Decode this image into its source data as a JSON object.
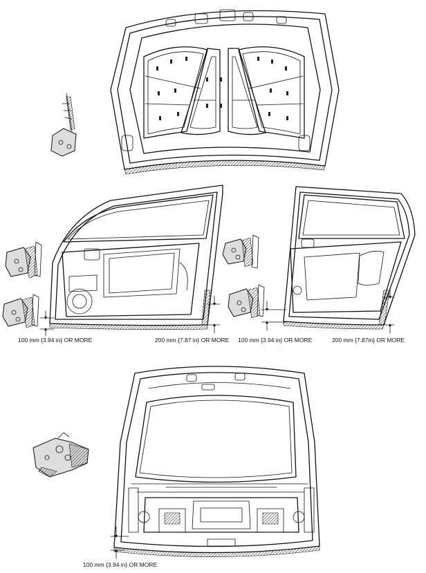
{
  "dimension_labels": {
    "front_door_front": "100 mm {3.94 in} OR MORE",
    "front_door_rear": "200 mm {7.87 in} OR MORE",
    "rear_door_front": "100 mm {3.94 in} OR MORE",
    "rear_door_rear": "200 mm {7.87in} OR MORE",
    "liftgate_bottom": "100 mm {3.94 in} OR MORE"
  }
}
